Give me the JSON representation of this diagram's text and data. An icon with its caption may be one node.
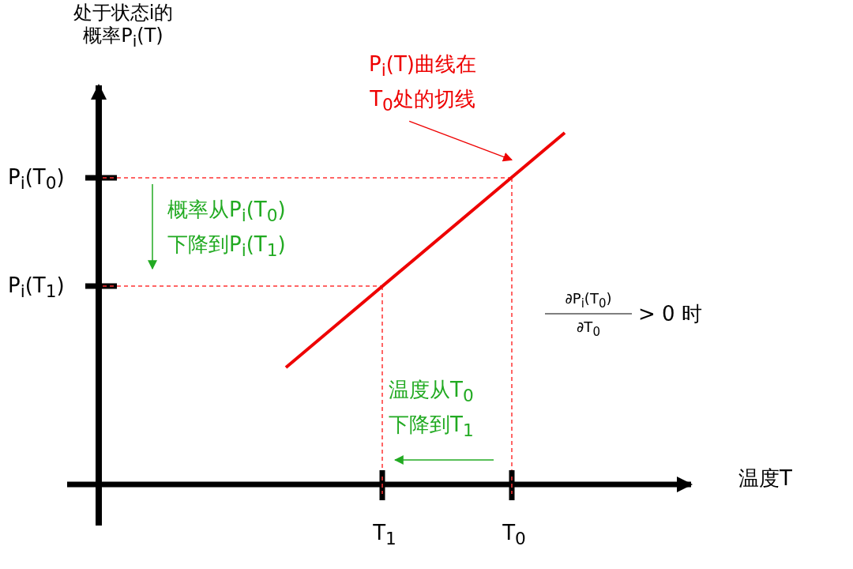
{
  "diagram": {
    "nodes": [
      {
        "text": [
          "P$_{i}$(T)曲线在T$_{0}$处的切线"
        ]
      },
      {
        "text": [],
        "shape": "line"
      }
    ],
    "edges": [
      {
        "from": 0,
        "to": 1,
        "arrow": "to"
      }
    ],
    "labels": [
      "处于状态i的概率P$_{i}$(T)",
      "P$_{i}$(T$_{0}$)",
      "概率从P$_{i}$(T$_{0}$)下降到P$_{i}$(T$_{1}$)",
      "P$_{i}$(T$_{1}$)",
      "∂P$_{i}$(T$_{0}$)",
      "∂T$_{0}$",
      "> 0 时",
      "温度从T$_{0}$下降到T$_{1}$",
      "温度T",
      "T$_{1}$",
      "T$_{0}$"
    ]
  }
}
